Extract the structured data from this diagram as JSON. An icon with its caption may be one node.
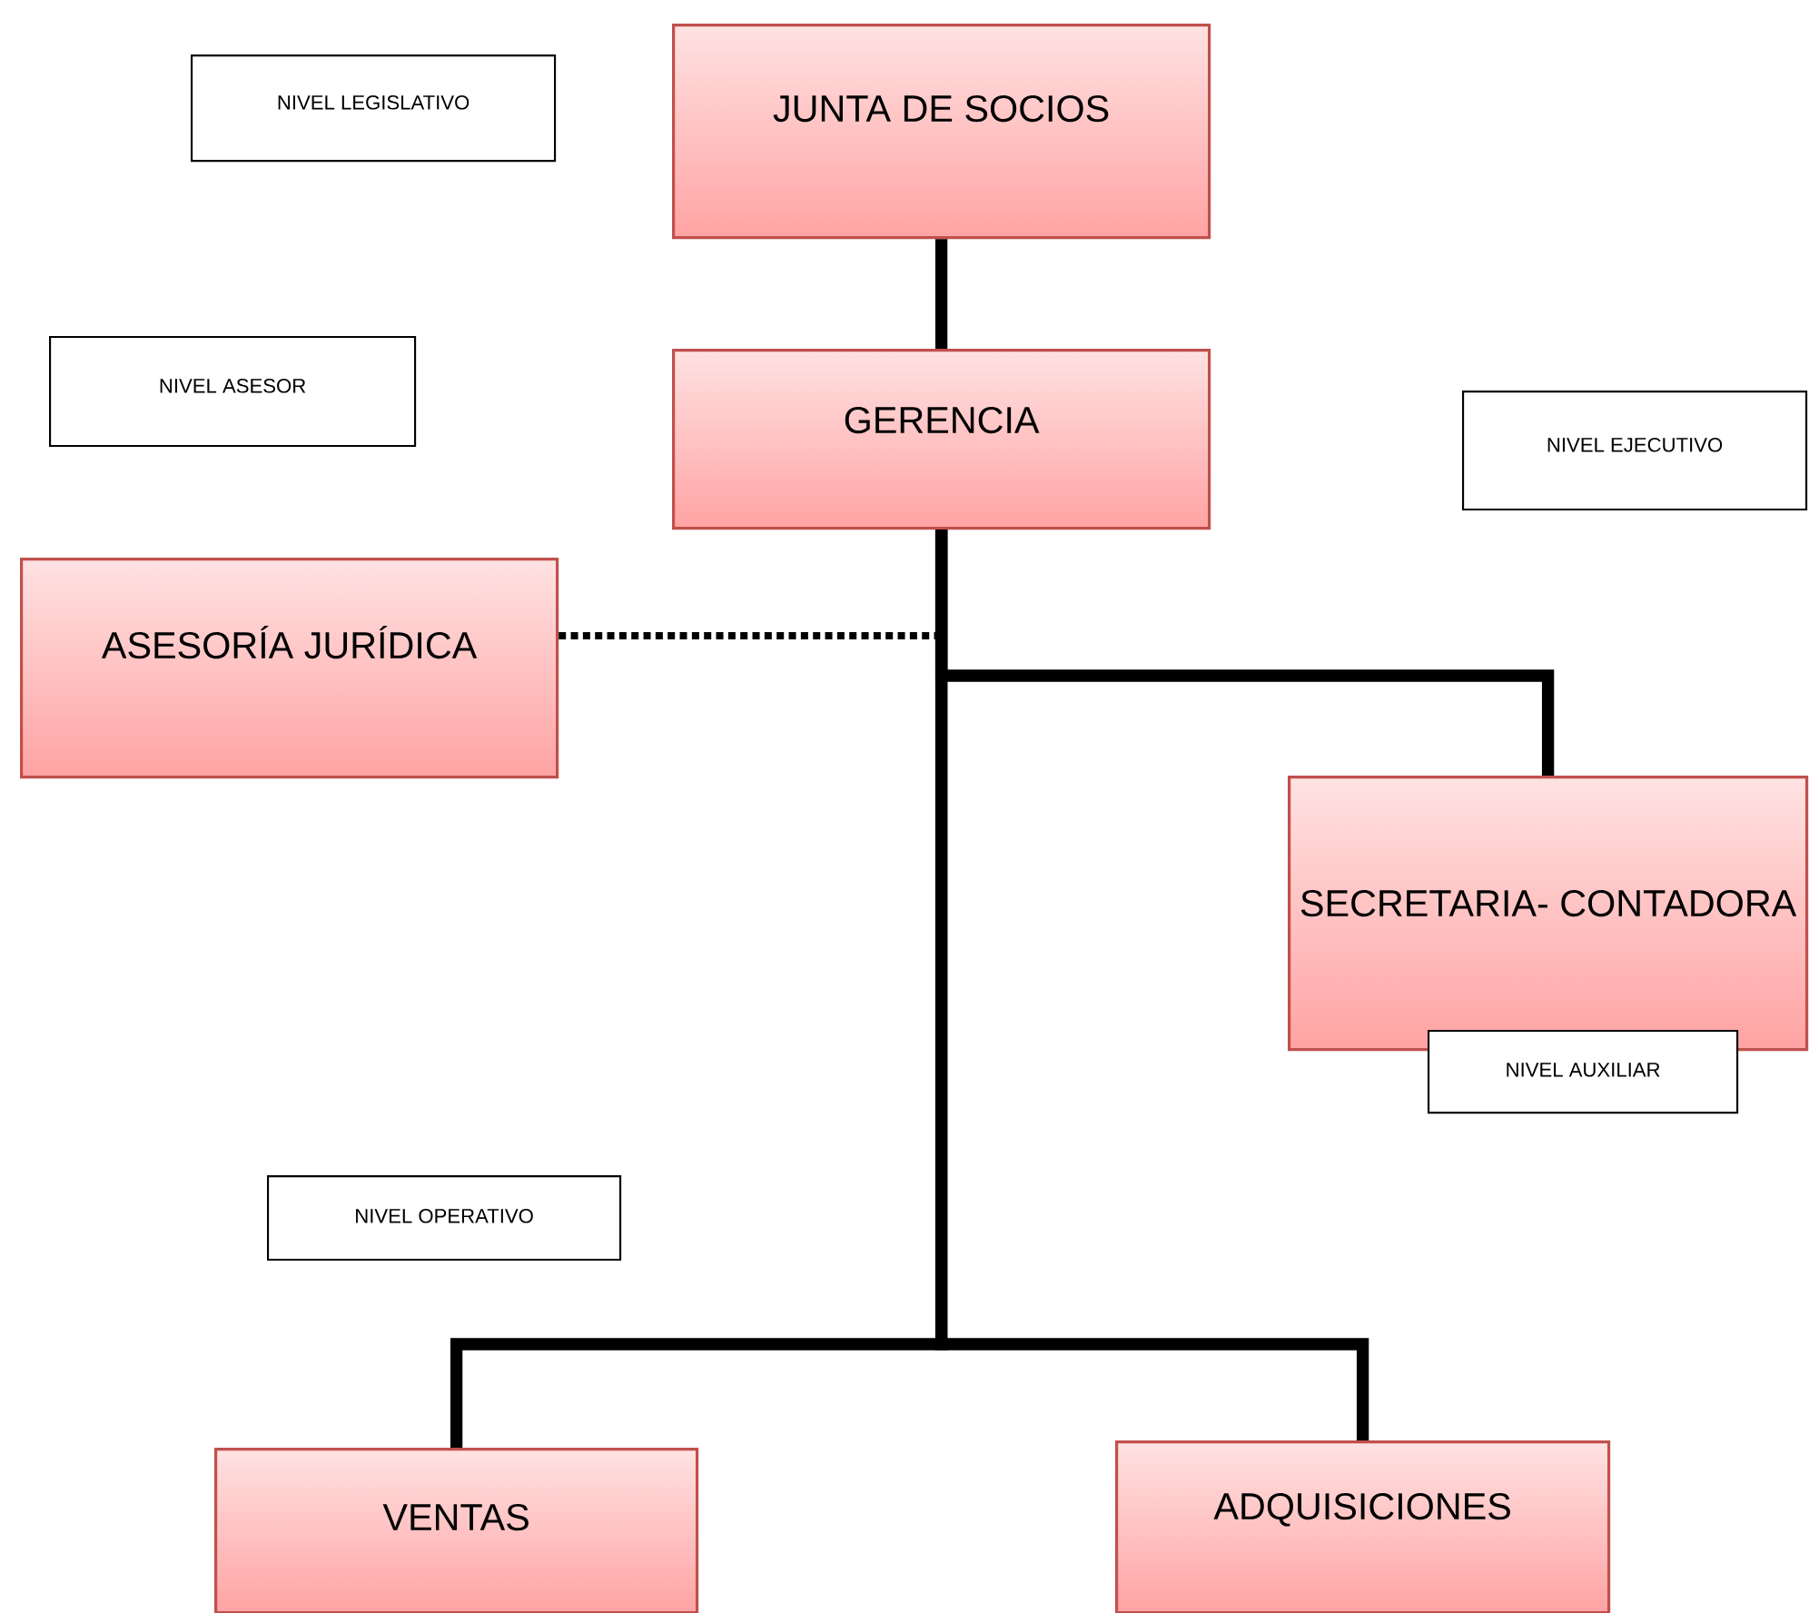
{
  "diagram": {
    "nodes": [
      {
        "text": [
          "NIVEL LEGISLATIVO"
        ]
      },
      {
        "text": [
          "JUNTA DE SOCIOS"
        ]
      },
      {
        "text": [
          "NIVEL ASESOR"
        ]
      },
      {
        "text": [
          "GERENCIA"
        ]
      },
      {
        "text": [
          "NIVEL EJECUTIVO"
        ]
      },
      {
        "text": [
          "ASESORÍA JURÍDICA"
        ]
      },
      {
        "text": [
          "SECRETARIA- CONTADORA"
        ]
      },
      {
        "text": [
          "NIVEL AUXILIAR"
        ]
      },
      {
        "text": [
          "NIVEL OPERATIVO"
        ]
      },
      {
        "text": [
          "VENTAS"
        ]
      },
      {
        "text": [
          "ADQUISICIONES"
        ]
      }
    ],
    "edges": [
      {
        "from": 1,
        "to": 3,
        "arrow": "none"
      },
      {
        "from": 5,
        "to": 3,
        "arrow": "none",
        "style": "dashed"
      },
      {
        "from": 3,
        "to": 6,
        "arrow": "none"
      },
      {
        "from": 3,
        "to": 9,
        "arrow": "none"
      },
      {
        "from": 3,
        "to": 10,
        "arrow": "none"
      }
    ]
  }
}
